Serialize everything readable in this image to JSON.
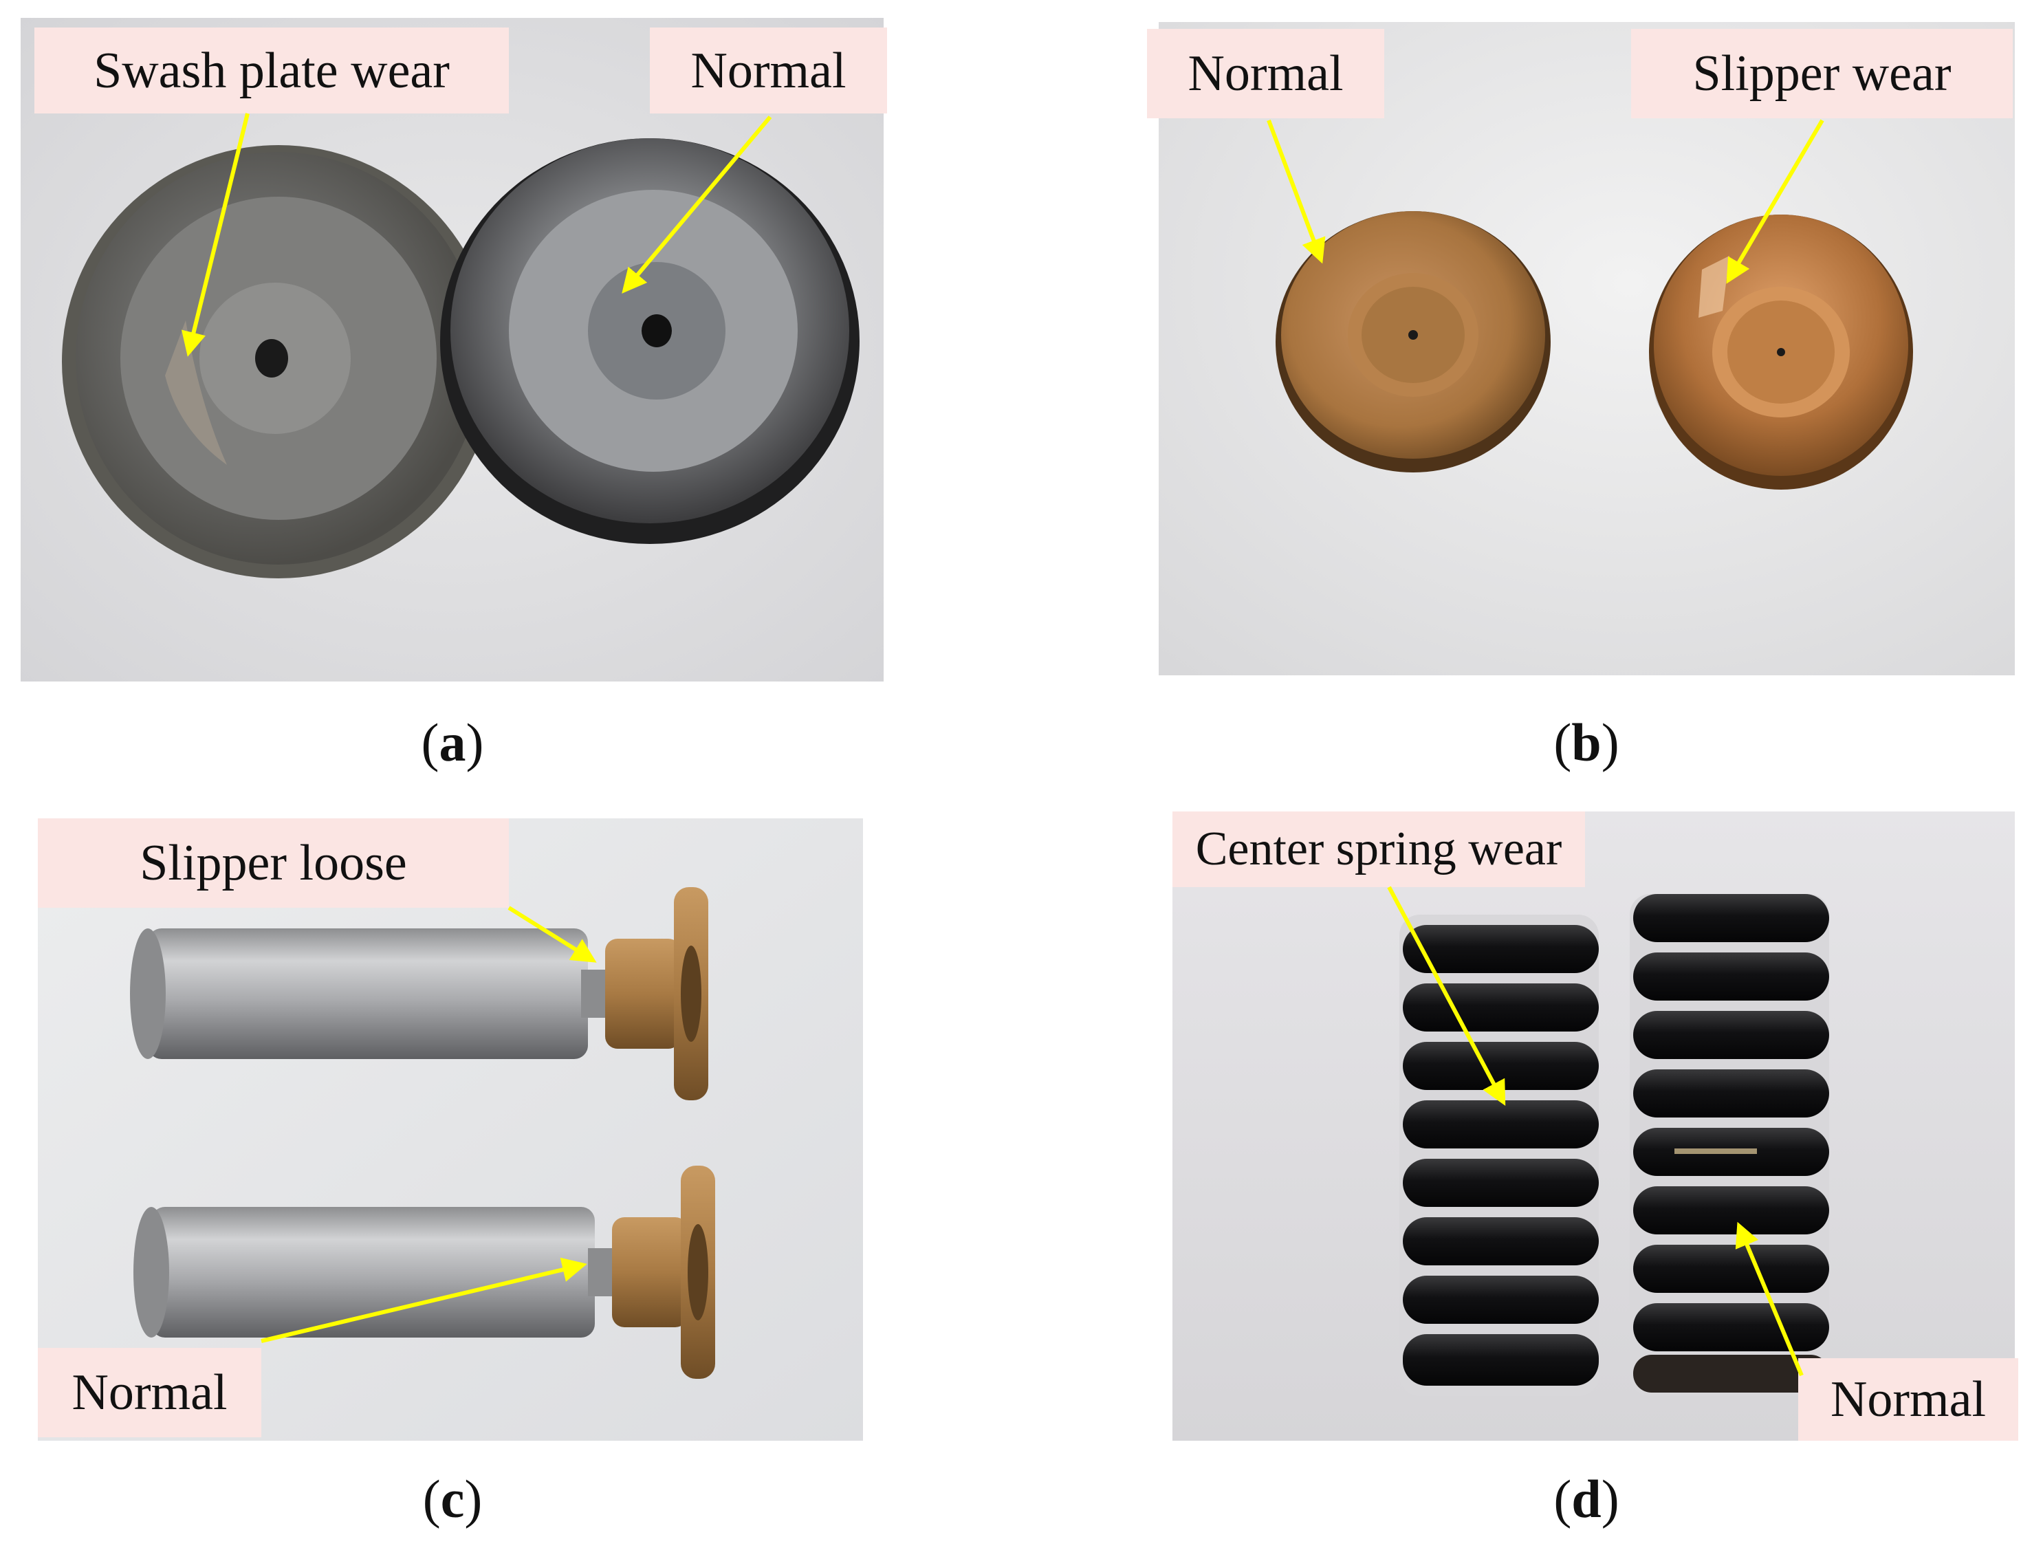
{
  "panels": [
    {
      "id": "a",
      "caption_letter": "a",
      "callouts": [
        "Swash plate wear",
        "Normal"
      ]
    },
    {
      "id": "b",
      "caption_letter": "b",
      "callouts": [
        "Normal",
        "Slipper wear"
      ]
    },
    {
      "id": "c",
      "caption_letter": "c",
      "callouts": [
        "Slipper loose",
        "Normal"
      ]
    },
    {
      "id": "d",
      "caption_letter": "d",
      "callouts": [
        "Center spring wear",
        "Normal"
      ]
    }
  ],
  "colors": {
    "arrow": "#ffff00",
    "callout_bg": "#fbe5e3"
  }
}
